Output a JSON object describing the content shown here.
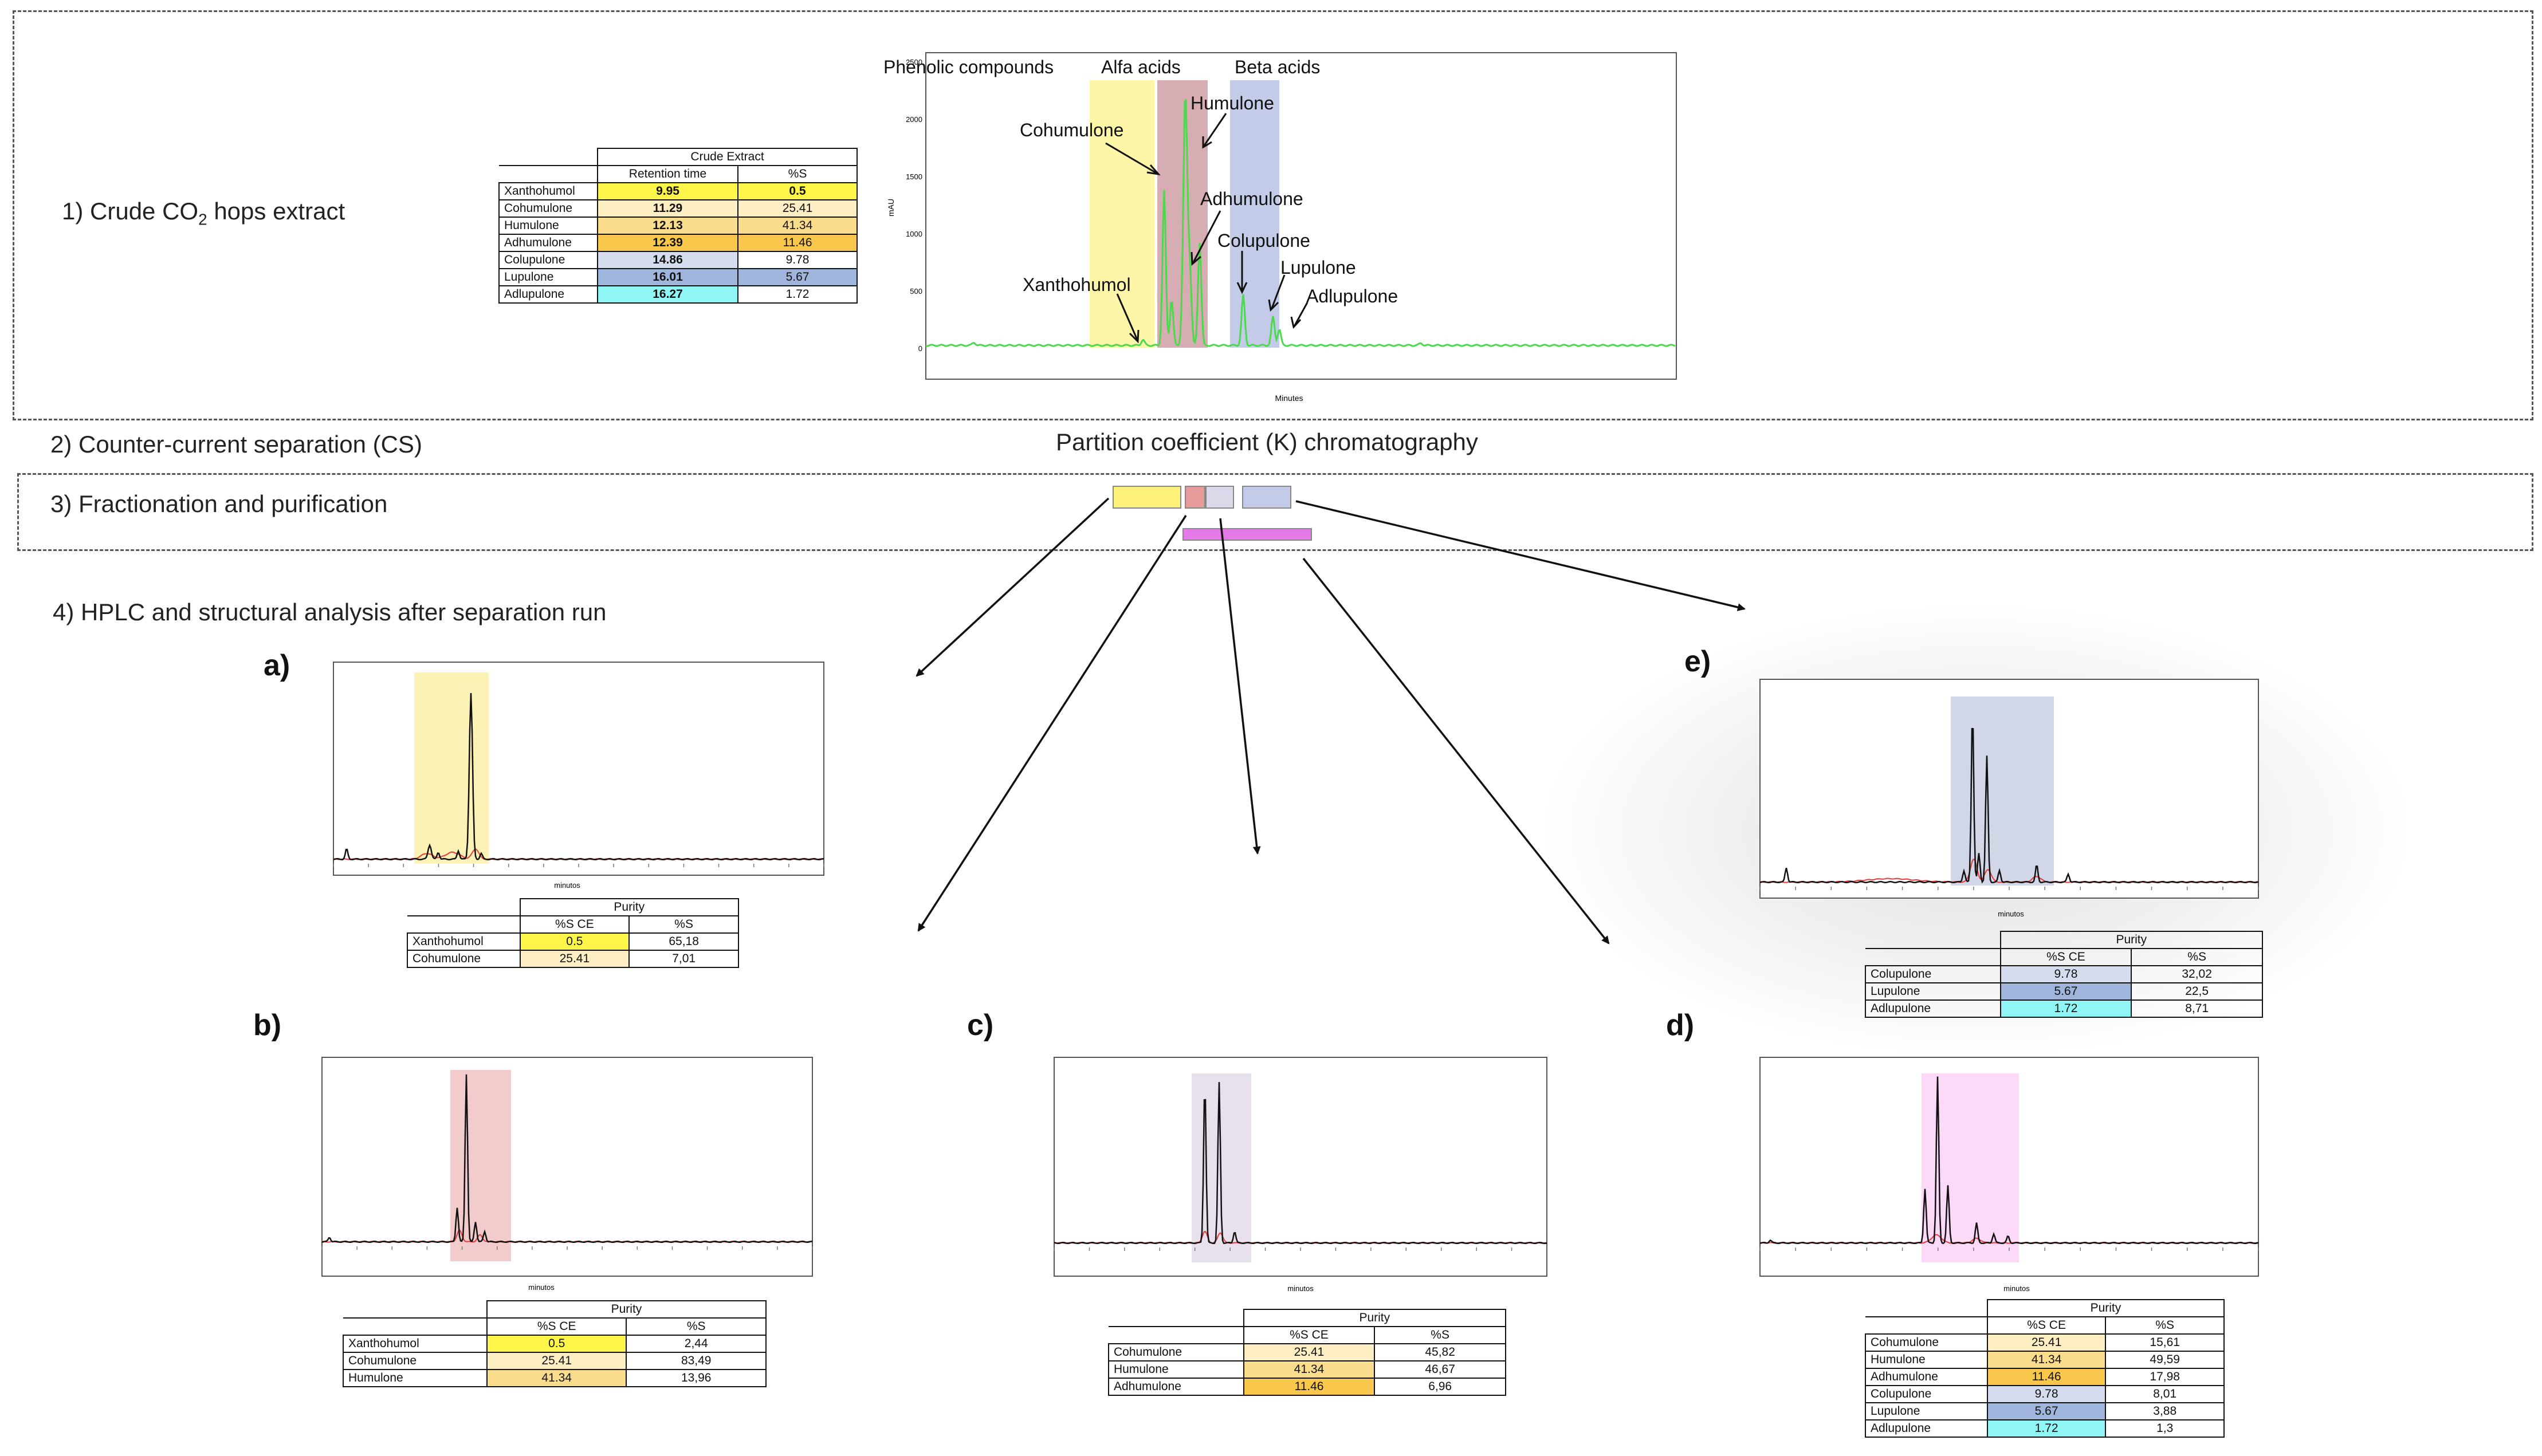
{
  "steps": {
    "s1_pre": "1) Crude CO",
    "s1_sub": "2",
    "s1_post": " hops extract",
    "s2": "2) Counter-current separation (CS)",
    "s2_center": "Partition coefficient (K) chromatography",
    "s3": "3) Fractionation and purification",
    "s4": "4) HPLC and structural analysis after separation run"
  },
  "colors": {
    "xanthohumol": "#fdf54a",
    "cohumulone": "#fdeec3",
    "humulone": "#f9dc8c",
    "adhumulone": "#f9c74c",
    "colupulone": "#d4dcee",
    "lupulone": "#9fb5dc",
    "adlupulone": "#8ff5f5",
    "trace_green": "#4cd94c",
    "trace_black": "#111111",
    "trace_red": "#e83a3a",
    "trace_blue": "#2a3bd6"
  },
  "crude": {
    "table": {
      "group": "Crude Extract",
      "col_rt": "Retention time",
      "col_pct": "%S",
      "rows": [
        {
          "name": "Xanthohumol",
          "rt": "9.95",
          "pct": "0.5",
          "color": "#fdf54a",
          "pct_color": "#fdf54a"
        },
        {
          "name": "Cohumulone",
          "rt": "11.29",
          "pct": "25.41",
          "color": "#fdeec3",
          "pct_color": "#fdeec3"
        },
        {
          "name": "Humulone",
          "rt": "12.13",
          "pct": "41.34",
          "color": "#f9dc8c",
          "pct_color": "#f9dc8c"
        },
        {
          "name": "Adhumulone",
          "rt": "12.39",
          "pct": "11.46",
          "color": "#f9c74c",
          "pct_color": "#f9c74c"
        },
        {
          "name": "Colupulone",
          "rt": "14.86",
          "pct": "9.78",
          "color": "#d4dcee",
          "pct_color": "#ffffff"
        },
        {
          "name": "Lupulone",
          "rt": "16.01",
          "pct": "5.67",
          "color": "#9fb5dc",
          "pct_color": "#9fb5dc"
        },
        {
          "name": "Adlupulone",
          "rt": "16.27",
          "pct": "1.72",
          "color": "#8ff5f5",
          "pct_color": "#ffffff"
        }
      ]
    },
    "chart": {
      "band_labels": [
        "Phenolic compounds",
        "Alfa acids",
        "Beta acids"
      ],
      "peak_labels": [
        "Cohumulone",
        "Humulone",
        "Adhumulone",
        "Colupulone",
        "Lupulone",
        "Adlupulone",
        "Xanthohumol"
      ],
      "ylabel": "mAU",
      "xlabel": "Minutes",
      "yticks": [
        "2500",
        "2000",
        "1500",
        "1000",
        "500",
        "0"
      ]
    }
  },
  "panels": {
    "a": {
      "letter": "a)",
      "xlabel": "minutos",
      "purity": {
        "group": "Purity",
        "c1": "%S CE",
        "c2": "%S",
        "rows": [
          {
            "name": "Xanthohumol",
            "ce": "0.5",
            "s": "65,18",
            "color": "#fdf54a"
          },
          {
            "name": "Cohumulone",
            "ce": "25.41",
            "s": "7,01",
            "color": "#fdeec3"
          }
        ]
      }
    },
    "b": {
      "letter": "b)",
      "xlabel": "minutos",
      "purity": {
        "group": "Purity",
        "c1": "%S CE",
        "c2": "%S",
        "rows": [
          {
            "name": "Xanthohumol",
            "ce": "0.5",
            "s": "2,44",
            "color": "#fdf54a"
          },
          {
            "name": "Cohumulone",
            "ce": "25.41",
            "s": "83,49",
            "color": "#fdeec3"
          },
          {
            "name": "Humulone",
            "ce": "41.34",
            "s": "13,96",
            "color": "#f9dc8c"
          }
        ]
      }
    },
    "c": {
      "letter": "c)",
      "xlabel": "minutos",
      "purity": {
        "group": "Purity",
        "c1": "%S CE",
        "c2": "%S",
        "rows": [
          {
            "name": "Cohumulone",
            "ce": "25.41",
            "s": "45,82",
            "color": "#fdeec3"
          },
          {
            "name": "Humulone",
            "ce": "41.34",
            "s": "46,67",
            "color": "#f9dc8c"
          },
          {
            "name": "Adhumulone",
            "ce": "11.46",
            "s": "6,96",
            "color": "#f9c74c"
          }
        ]
      }
    },
    "d": {
      "letter": "d)",
      "xlabel": "minutos",
      "purity": {
        "group": "Purity",
        "c1": "%S CE",
        "c2": "%S",
        "rows": [
          {
            "name": "Cohumulone",
            "ce": "25.41",
            "s": "15,61",
            "color": "#fdeec3"
          },
          {
            "name": "Humulone",
            "ce": "41.34",
            "s": "49,59",
            "color": "#f9dc8c"
          },
          {
            "name": "Adhumulone",
            "ce": "11.46",
            "s": "17,98",
            "color": "#f9c74c"
          },
          {
            "name": "Colupulone",
            "ce": "9.78",
            "s": "8,01",
            "color": "#d4dcee"
          },
          {
            "name": "Lupulone",
            "ce": "5.67",
            "s": "3,88",
            "color": "#9fb5dc"
          },
          {
            "name": "Adlupulone",
            "ce": "1.72",
            "s": "1,3",
            "color": "#8ff5f5"
          }
        ]
      }
    },
    "e": {
      "letter": "e)",
      "xlabel": "minutos",
      "purity": {
        "group": "Purity",
        "c1": "%S CE",
        "c2": "%S",
        "rows": [
          {
            "name": "Colupulone",
            "ce": "9.78",
            "s": "32,02",
            "color": "#d4dcee"
          },
          {
            "name": "Lupulone",
            "ce": "5.67",
            "s": "22,5",
            "color": "#9fb5dc"
          },
          {
            "name": "Adlupulone",
            "ce": "1.72",
            "s": "8,71",
            "color": "#8ff5f5"
          }
        ]
      }
    }
  }
}
